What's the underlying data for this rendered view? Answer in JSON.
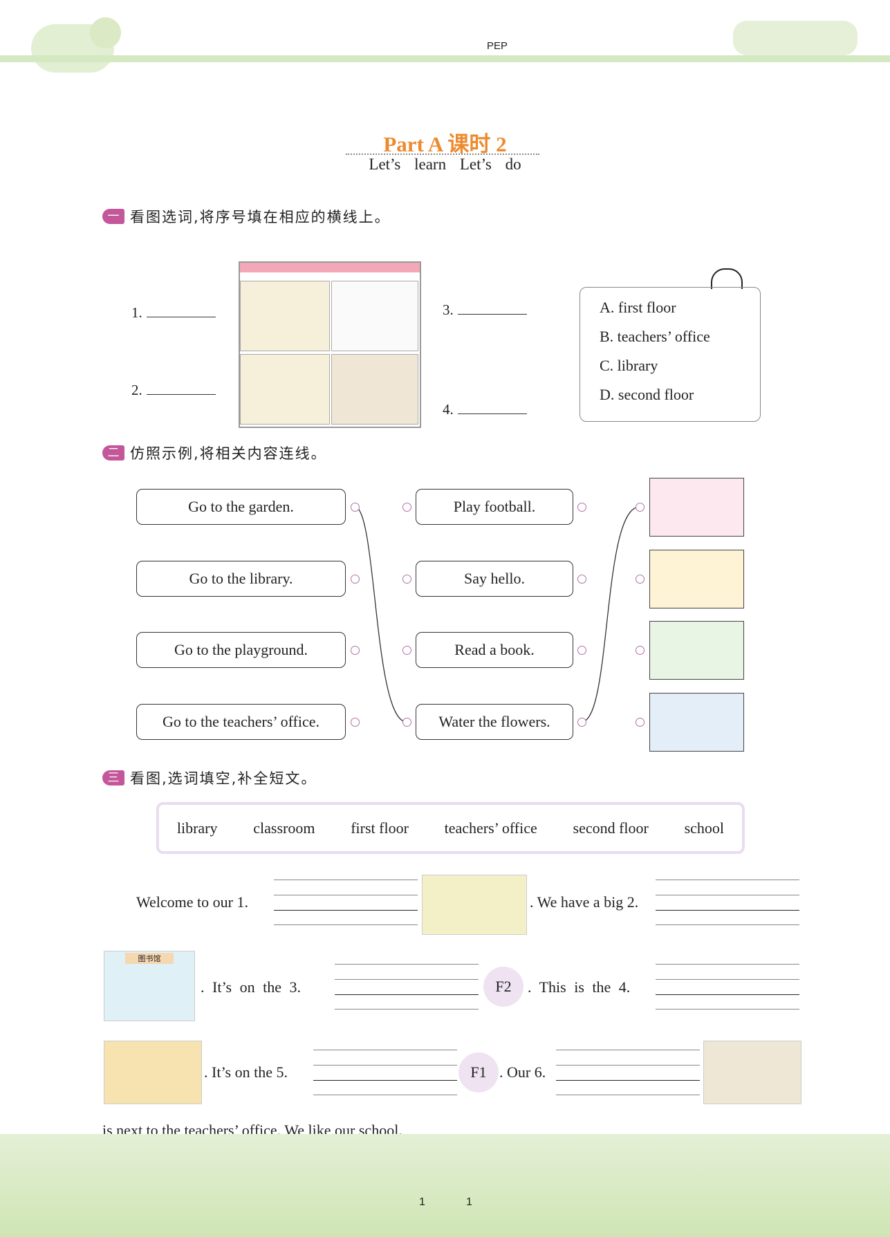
{
  "header": {
    "series": "PEP",
    "title": "Part A  课时 2",
    "subtitle": "Let’s learn   Let’s do"
  },
  "section1": {
    "number": "一",
    "instruction": "看图选词,将序号填在相应的横线上。",
    "blanks": [
      "1.",
      "2.",
      "3.",
      "4."
    ],
    "options": [
      "A. first floor",
      "B. teachers’ office",
      "C. library",
      "D. second floor"
    ]
  },
  "section2": {
    "number": "二",
    "instruction": "仿照示例,将相关内容连线。",
    "left": [
      "Go to the garden.",
      "Go to the library.",
      "Go to the playground.",
      "Go to the teachers’ office."
    ],
    "middle": [
      "Play football.",
      "Say hello.",
      "Read a book.",
      "Water the flowers."
    ]
  },
  "section3": {
    "number": "三",
    "instruction": "看图,选词填空,补全短文。",
    "words": [
      "library",
      "classroom",
      "first floor",
      "teachers’ office",
      "second floor",
      "school"
    ],
    "s1a": "Welcome to our 1.",
    "s1b": ". We have a big 2.",
    "s2a": ". It’s on the 3.",
    "f2": "F2",
    "s2b": ". This is the 4.",
    "s3a": ". It’s on the 5.",
    "f1": "F1",
    "s3b": ". Our 6.",
    "s4": "is next to the teachers’ office. We like our school.",
    "sign": "图书馆"
  },
  "footer": {
    "page_left": "1",
    "page_right": "1"
  }
}
